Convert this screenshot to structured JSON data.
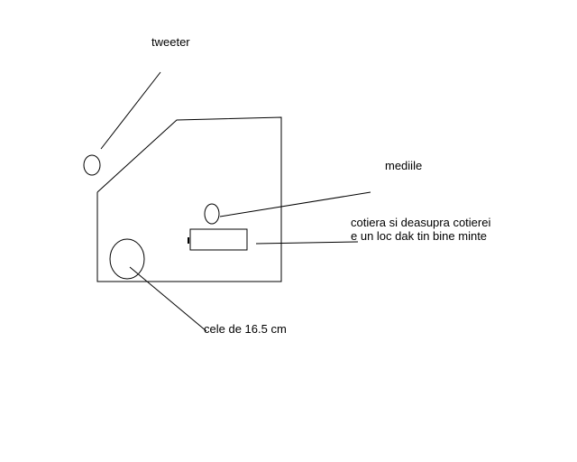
{
  "labels": {
    "tweeter": "tweeter",
    "mediile": "mediile",
    "cotiera_line1": "cotiera si deasupra cotierei",
    "cotiera_line2": "e un loc dak tin bine minte",
    "cele": "cele de 16.5 cm"
  },
  "colors": {
    "stroke": "#000000",
    "background": "#ffffff"
  }
}
